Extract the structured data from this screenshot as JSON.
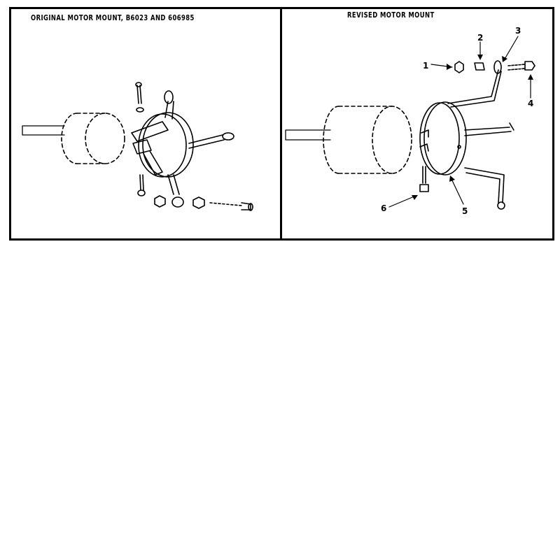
{
  "panels": {
    "original": {
      "title": "ORIGINAL MOTOR MOUNT, B6023 AND 606985"
    },
    "revised": {
      "title": "REVISED MOTOR MOUNT"
    }
  },
  "callouts": [
    "1",
    "2",
    "3",
    "4",
    "5",
    "6"
  ]
}
